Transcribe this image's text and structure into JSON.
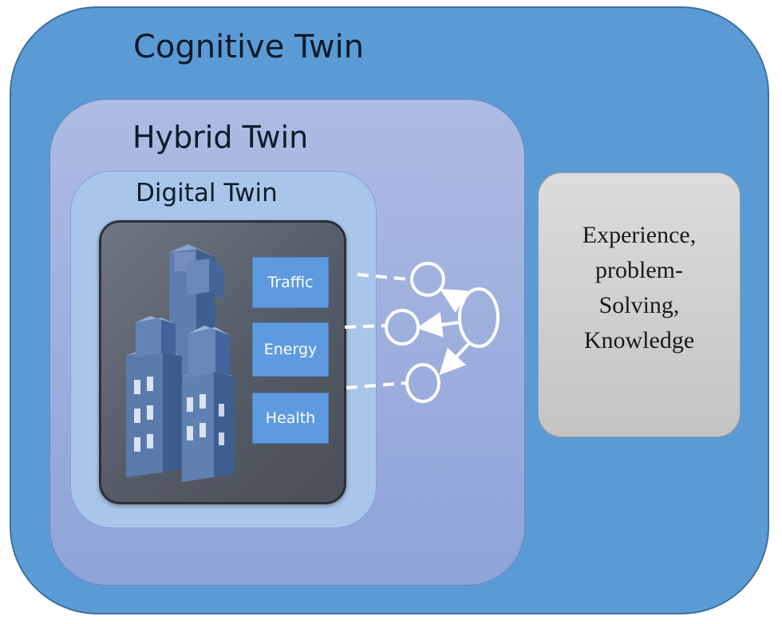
{
  "cognitive_twin": {
    "title": "Cognitive Twin",
    "color": "#5b9bd5"
  },
  "hybrid_twin": {
    "title": "Hybrid Twin",
    "color": "#9eaede"
  },
  "digital_twin": {
    "title": "Digital Twin",
    "color": "#a9c6ea",
    "domains": [
      {
        "label": "Traffic"
      },
      {
        "label": "Energy"
      },
      {
        "label": "Health"
      }
    ]
  },
  "knowledge_box": {
    "lines": [
      "Experience,",
      "problem-",
      "Solving,",
      "Knowledge"
    ],
    "color": "#cfcfcf"
  },
  "icons": {
    "city": "city-buildings-icon",
    "network": "neural-network-icon"
  }
}
